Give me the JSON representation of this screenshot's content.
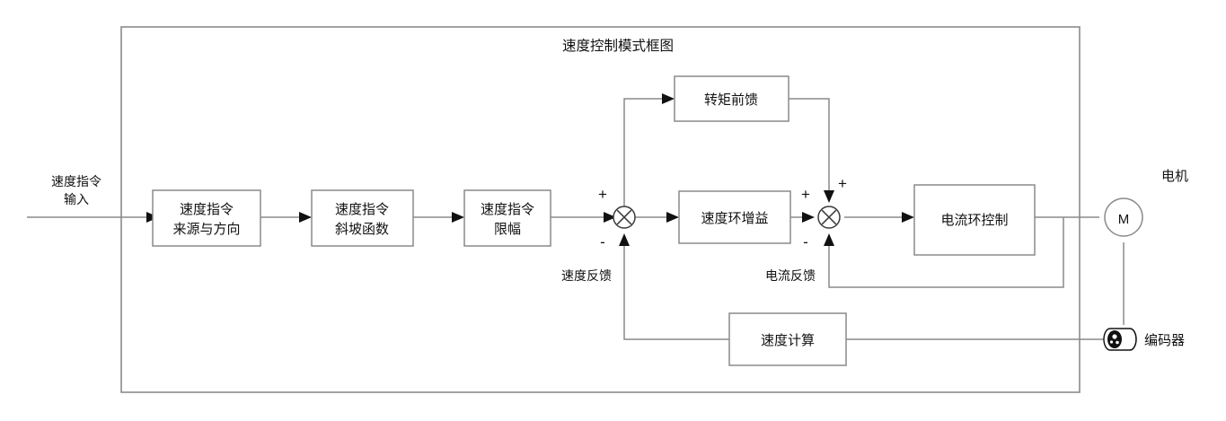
{
  "diagram": {
    "title": "速度控制模式框图",
    "input_label_line1": "速度指令",
    "input_label_line2": "输入",
    "blocks": [
      {
        "id": "cmd-source",
        "line1": "速度指令",
        "line2": "来源与方向"
      },
      {
        "id": "cmd-ramp",
        "line1": "速度指令",
        "line2": "斜坡函数"
      },
      {
        "id": "cmd-limit",
        "line1": "速度指令",
        "line2": "限幅"
      },
      {
        "id": "torque-ff",
        "line1": "转矩前馈",
        "line2": ""
      },
      {
        "id": "speed-gain",
        "line1": "速度环增益",
        "line2": ""
      },
      {
        "id": "current-ctrl",
        "line1": "电流环控制",
        "line2": ""
      },
      {
        "id": "speed-calc",
        "line1": "速度计算",
        "line2": ""
      }
    ],
    "feedback_labels": {
      "speed": "速度反馈",
      "current": "电流反馈"
    },
    "signs": {
      "sum1_plus": "+",
      "sum1_minus": "-",
      "sum2_plus_left": "+",
      "sum2_plus_top": "+",
      "sum2_minus": "-"
    },
    "motor": {
      "symbol": "M",
      "label": "电机"
    },
    "encoder": {
      "label": "编码器"
    },
    "colors": {
      "wire": "#8a8a8a",
      "frame": "#8a8a8a",
      "text": "#111111",
      "node": "#3b3b3b",
      "background": "#ffffff"
    }
  }
}
